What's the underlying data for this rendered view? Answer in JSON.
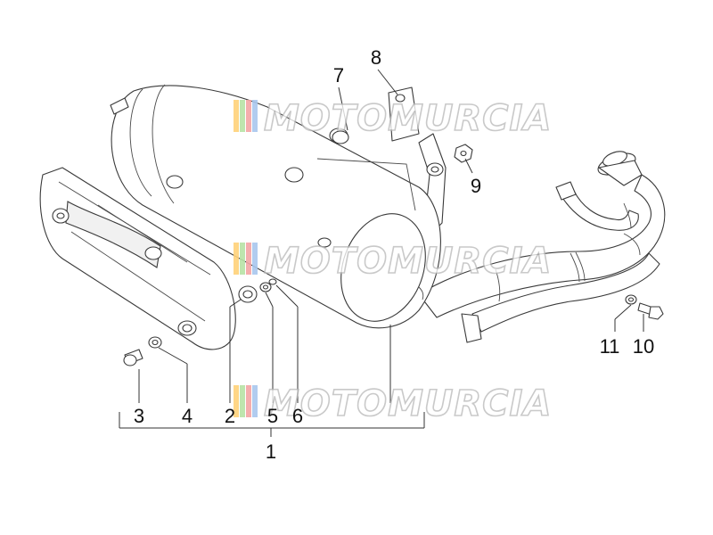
{
  "diagram": {
    "callouts": {
      "c1": "1",
      "c2": "2",
      "c3": "3",
      "c4": "4",
      "c5": "5",
      "c6": "6",
      "c7": "7",
      "c8": "8",
      "c9": "9",
      "c10": "10",
      "c11": "11"
    },
    "watermark": "MOTOMURCIA"
  },
  "colors": {
    "outline": "#3a3a3a",
    "watermark_stripes": [
      "#ffd27a",
      "#b8e3a6",
      "#f4a5a5",
      "#a9c7ee"
    ]
  }
}
